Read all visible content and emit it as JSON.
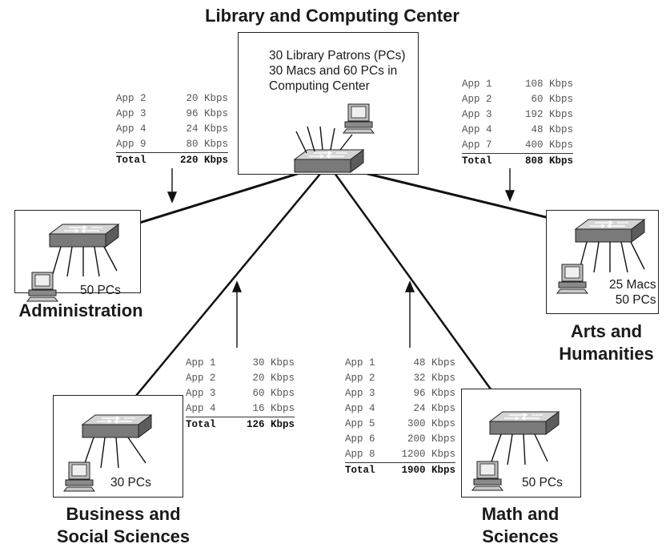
{
  "sites": {
    "center": {
      "title": "Library and Computing Center",
      "lines": [
        "30 Library Patrons (PCs)",
        "30 Macs and 60 PCs in",
        "Computing Center"
      ]
    },
    "admin": {
      "title": "Administration",
      "label": "50 PCs"
    },
    "arts": {
      "title": [
        "Arts and",
        "Humanities"
      ],
      "label": [
        "25 Macs",
        "50 PCs"
      ]
    },
    "business": {
      "title": [
        "Business and",
        "Social Sciences"
      ],
      "label": "30 PCs"
    },
    "math": {
      "title": [
        "Math and",
        "Sciences"
      ],
      "label": "50 PCs"
    }
  },
  "traffic": {
    "admin": {
      "rows": [
        [
          "App 2",
          "20 Kbps"
        ],
        [
          "App 3",
          "96 Kbps"
        ],
        [
          "App 4",
          "24 Kbps"
        ],
        [
          "App 9",
          "80 Kbps"
        ]
      ],
      "total": [
        "Total",
        "220 Kbps"
      ]
    },
    "arts": {
      "rows": [
        [
          "App 1",
          "108 Kbps"
        ],
        [
          "App 2",
          "60 Kbps"
        ],
        [
          "App 3",
          "192 Kbps"
        ],
        [
          "App 4",
          "48 Kbps"
        ],
        [
          "App 7",
          "400 Kbps"
        ]
      ],
      "total": [
        "Total",
        "808 Kbps"
      ]
    },
    "business": {
      "rows": [
        [
          "App 1",
          "30 Kbps"
        ],
        [
          "App 2",
          "20 Kbps"
        ],
        [
          "App 3",
          "60 Kbps"
        ],
        [
          "App 4",
          "16 Kbps"
        ]
      ],
      "total": [
        "Total",
        "126 Kbps"
      ]
    },
    "math": {
      "rows": [
        [
          "App 1",
          "48 Kbps"
        ],
        [
          "App 2",
          "32 Kbps"
        ],
        [
          "App 3",
          "96 Kbps"
        ],
        [
          "App 4",
          "24 Kbps"
        ],
        [
          "App 5",
          "300 Kbps"
        ],
        [
          "App 6",
          "200 Kbps"
        ],
        [
          "App 8",
          "1200 Kbps"
        ]
      ],
      "total": [
        "Total",
        "1900 Kbps"
      ]
    }
  },
  "icons": {
    "switch": "workgroup-switch-icon",
    "pc": "desktop-pc-icon",
    "arrow": "traffic-direction-arrow-icon"
  },
  "colors": {
    "switch_top": "#d4d4d4",
    "switch_side": "#7a7a7a",
    "link": "#111111"
  }
}
